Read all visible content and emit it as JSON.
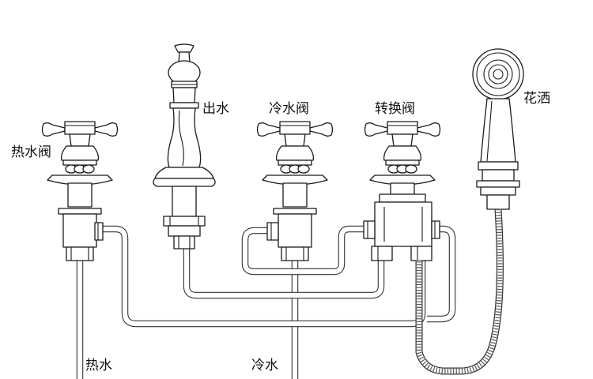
{
  "labels": {
    "hot_valve": "热水阀",
    "spout": "出水",
    "cold_valve": "冷水阀",
    "diverter_valve": "转换阀",
    "shower": "花洒",
    "hot_water": "热水",
    "cold_water": "冷水"
  },
  "colors": {
    "line": "#1a1a1a",
    "background": "#ffffff"
  }
}
